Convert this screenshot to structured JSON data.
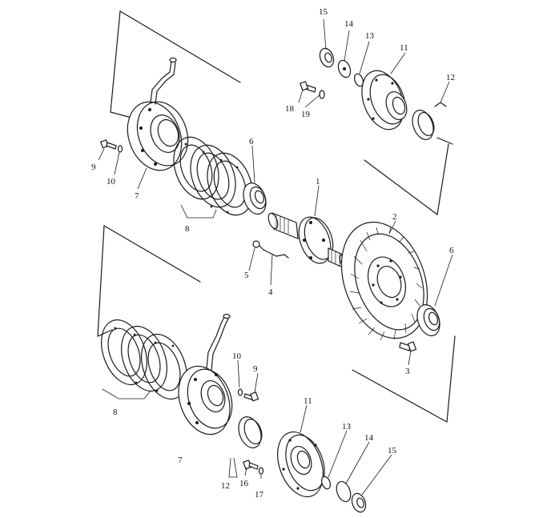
{
  "callouts": {
    "c1": "1",
    "c2": "2",
    "c3": "3",
    "c4": "4",
    "c5": "5",
    "c6a": "6",
    "c6b": "6",
    "c7a": "7",
    "c7b": "7",
    "c8a": "8",
    "c8b": "8",
    "c9a": "9",
    "c9b": "9",
    "c10a": "10",
    "c10b": "10",
    "c11a": "11",
    "c11b": "11",
    "c12a": "12",
    "c12b": "12",
    "c13a": "13",
    "c13b": "13",
    "c14a": "14",
    "c14b": "14",
    "c15a": "15",
    "c15b": "15",
    "c16": "16",
    "c17": "17",
    "c18": "18",
    "c19": "19"
  }
}
